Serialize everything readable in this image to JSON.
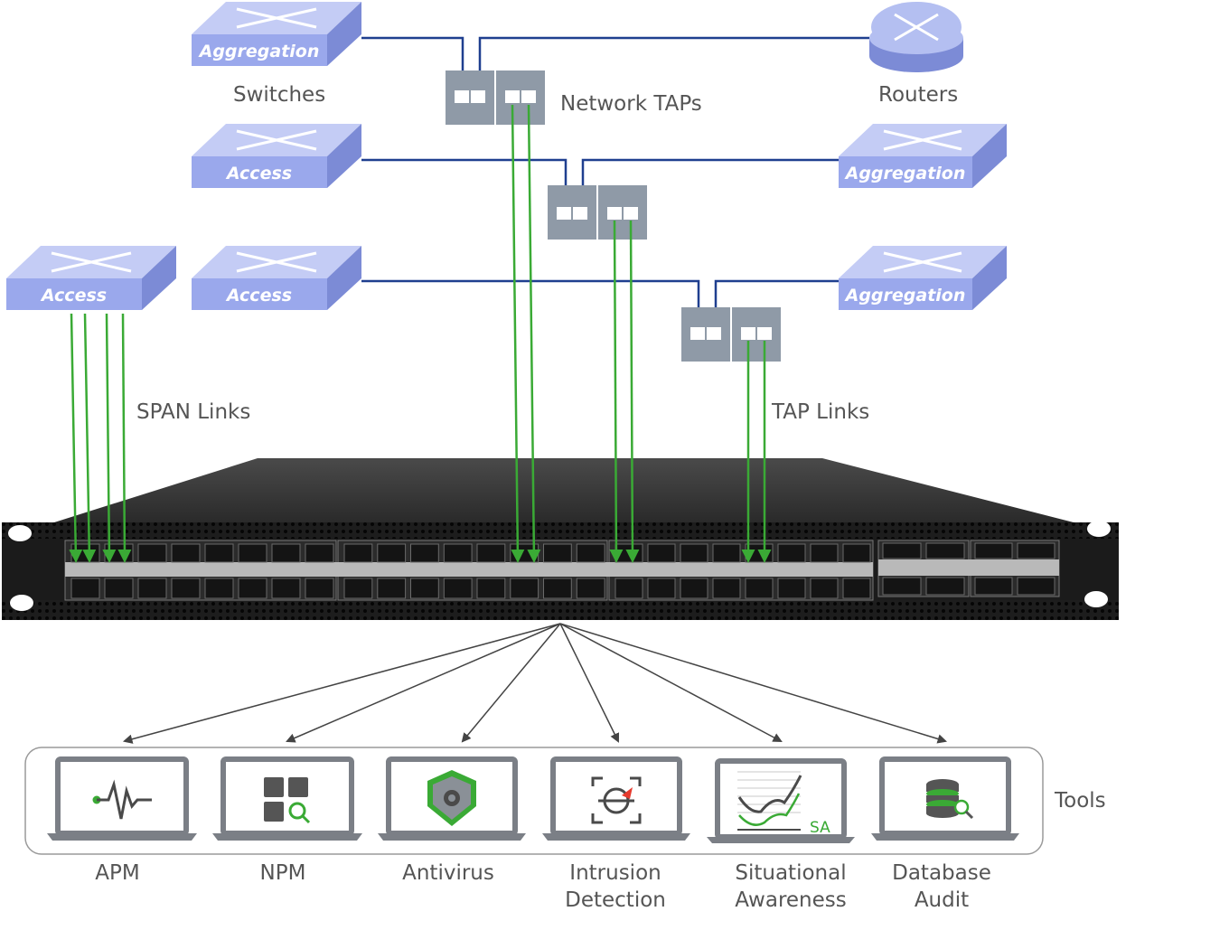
{
  "labels": {
    "switches": "Switches",
    "routers": "Routers",
    "network_taps": "Network TAPs",
    "span_links": "SPAN Links",
    "tap_links": "TAP Links",
    "tools": "Tools"
  },
  "switch_boxes": {
    "top_left": "Aggregation",
    "mid_left": "Access",
    "low_left_outer": "Access",
    "low_left_inner": "Access",
    "mid_right": "Aggregation",
    "low_right": "Aggregation"
  },
  "tools": {
    "apm": {
      "line1": "APM",
      "line2": ""
    },
    "npm": {
      "line1": "NPM",
      "line2": ""
    },
    "antivirus": {
      "line1": "Antivirus",
      "line2": ""
    },
    "intrusion": {
      "line1": "Intrusion",
      "line2": "Detection"
    },
    "situational": {
      "line1": "Situational",
      "line2": "Awareness",
      "badge": "SA"
    },
    "database": {
      "line1": "Database",
      "line2": "Audit"
    }
  },
  "colors": {
    "switch_face": "#9aa8ec",
    "network_line": "#1f3f8f",
    "link_green": "#3aaa35",
    "tap_gray": "#8f9aa7",
    "label_gray": "#555555"
  }
}
